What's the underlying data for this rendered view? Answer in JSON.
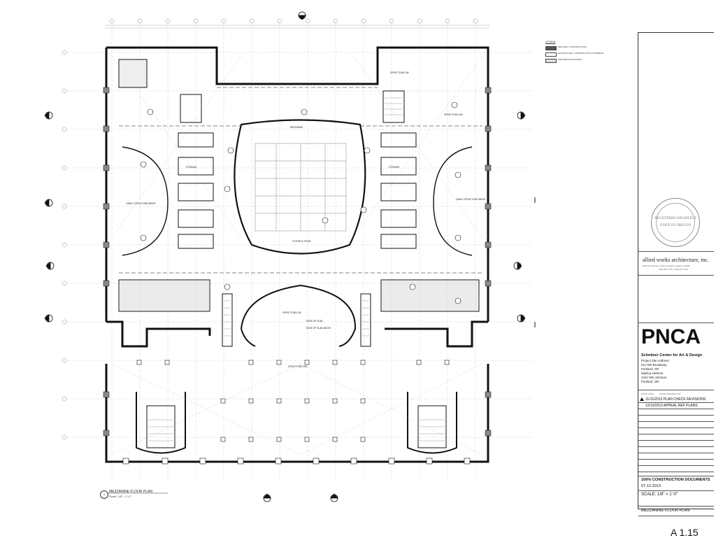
{
  "legend": {
    "title": "LEGEND",
    "items": [
      {
        "label": "NEW WALL CONSTRUCTION",
        "swatch": "#555555"
      },
      {
        "label": "EXISTING WALL CONSTRUCTION TO REMAIN",
        "swatch": "#ffffff"
      },
      {
        "label": "CONCRETE SLAB INFILL",
        "swatch": "#dddddd"
      }
    ]
  },
  "plan_labels": {
    "open_to_below_center": "OPEN TO BELOW",
    "open_to_below_lower": "OPEN TO BELOW",
    "open_to_below_top_right": "OPEN TO BELOW",
    "open_to_below_right": "OPEN TO BELOW",
    "cable_structure_left": "CABLE STRUCTURE ABOVE",
    "cable_structure_right": "CABLE STRUCTURE ABOVE",
    "edge_of_slab": "EDGE OF SLAB ABOVE",
    "edge_of_slab_2": "EDGE OF SLAB",
    "control_room": "CONTROL ROOM",
    "mezzanine_room": "MEZZANINE",
    "storage_left": "STORAGE",
    "storage_right": "STORAGE"
  },
  "plan_title": {
    "number": "1",
    "title": "MEZZANINE FLOOR PLAN",
    "scale": "Scale: 1/8\" = 1'-0\""
  },
  "title_block": {
    "seal_text": "REGISTERED ARCHITECT",
    "seal_sub": "STATE OF OREGON",
    "firm_name": "allied works architecture, inc.",
    "firm_address": "1532 sw morrison street | portland, oregon | 97205",
    "firm_phone": "503.227.1737 | f 503.227.1792",
    "project": "PNCA",
    "client": "Schnitzer Center for Art & Design",
    "site_label": "Project Site Address:",
    "site_line1": "511 NW Broadway",
    "site_line2": "Portland, OR",
    "mail_label": "Mailing Address:",
    "mail_line1": "1241 NW Johnson",
    "mail_line2": "Portland, OR",
    "rev_head_date": "ISSUE DATE",
    "rev_head_desc": "ISSUE DESCRIPTION",
    "revisions": [
      {
        "text": "11/11/2013  PLAN CHECK REVISIONS",
        "delta": true
      },
      {
        "text": "12/13/2013  APPEAL REF PLANS",
        "delta": false
      }
    ],
    "status": "100% CONSTRUCTION DOCUMENTS",
    "status_date": "07.12.2013",
    "scale": "SCALE: 1/8\" = 1'-0\"",
    "sheet_title": "MEZZANINE FLOOR PLAN",
    "sheet_number": "A 1.15"
  }
}
